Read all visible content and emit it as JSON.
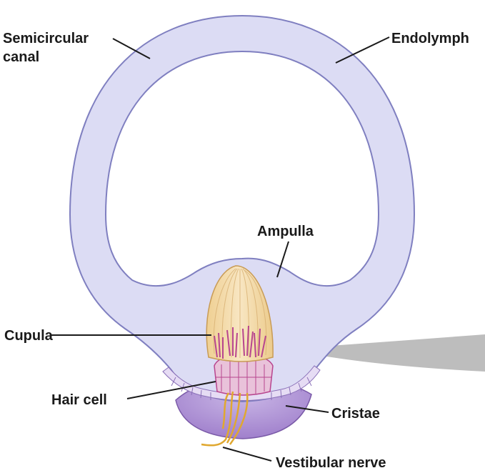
{
  "labels": {
    "semicircular_canal_line1": "Semicircular",
    "semicircular_canal_line2": "canal",
    "endolymph": "Endolymph",
    "ampulla": "Ampulla",
    "cupula": "Cupula",
    "hair_cell": "Hair cell",
    "cristae": "Cristae",
    "vestibular_nerve": "Vestibular nerve"
  },
  "colors": {
    "canal_fill": "#dcdcf4",
    "canal_outline": "#7f7fc0",
    "lumen": "#ffffff",
    "cupula_fill": "#f2d9a6",
    "cupula_stroke": "#c89b55",
    "hair_cell": "#b8458e",
    "crista_base": "#a98bd0",
    "nerve": "#e0a830",
    "pointer": "#bdbdbd",
    "text": "#1a1a1a"
  }
}
